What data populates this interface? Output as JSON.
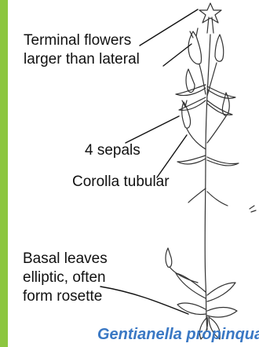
{
  "colors": {
    "accent_bar": "#8cc63f",
    "caption": "#3a78c4",
    "ink": "#333333"
  },
  "labels": {
    "terminal": [
      "Terminal flowers",
      "larger than lateral"
    ],
    "sepals": "4 sepals",
    "corolla": "Corolla tubular",
    "basal": [
      "Basal leaves",
      "elliptic, often",
      "form rosette"
    ]
  },
  "caption": "Gentianella propinqua"
}
